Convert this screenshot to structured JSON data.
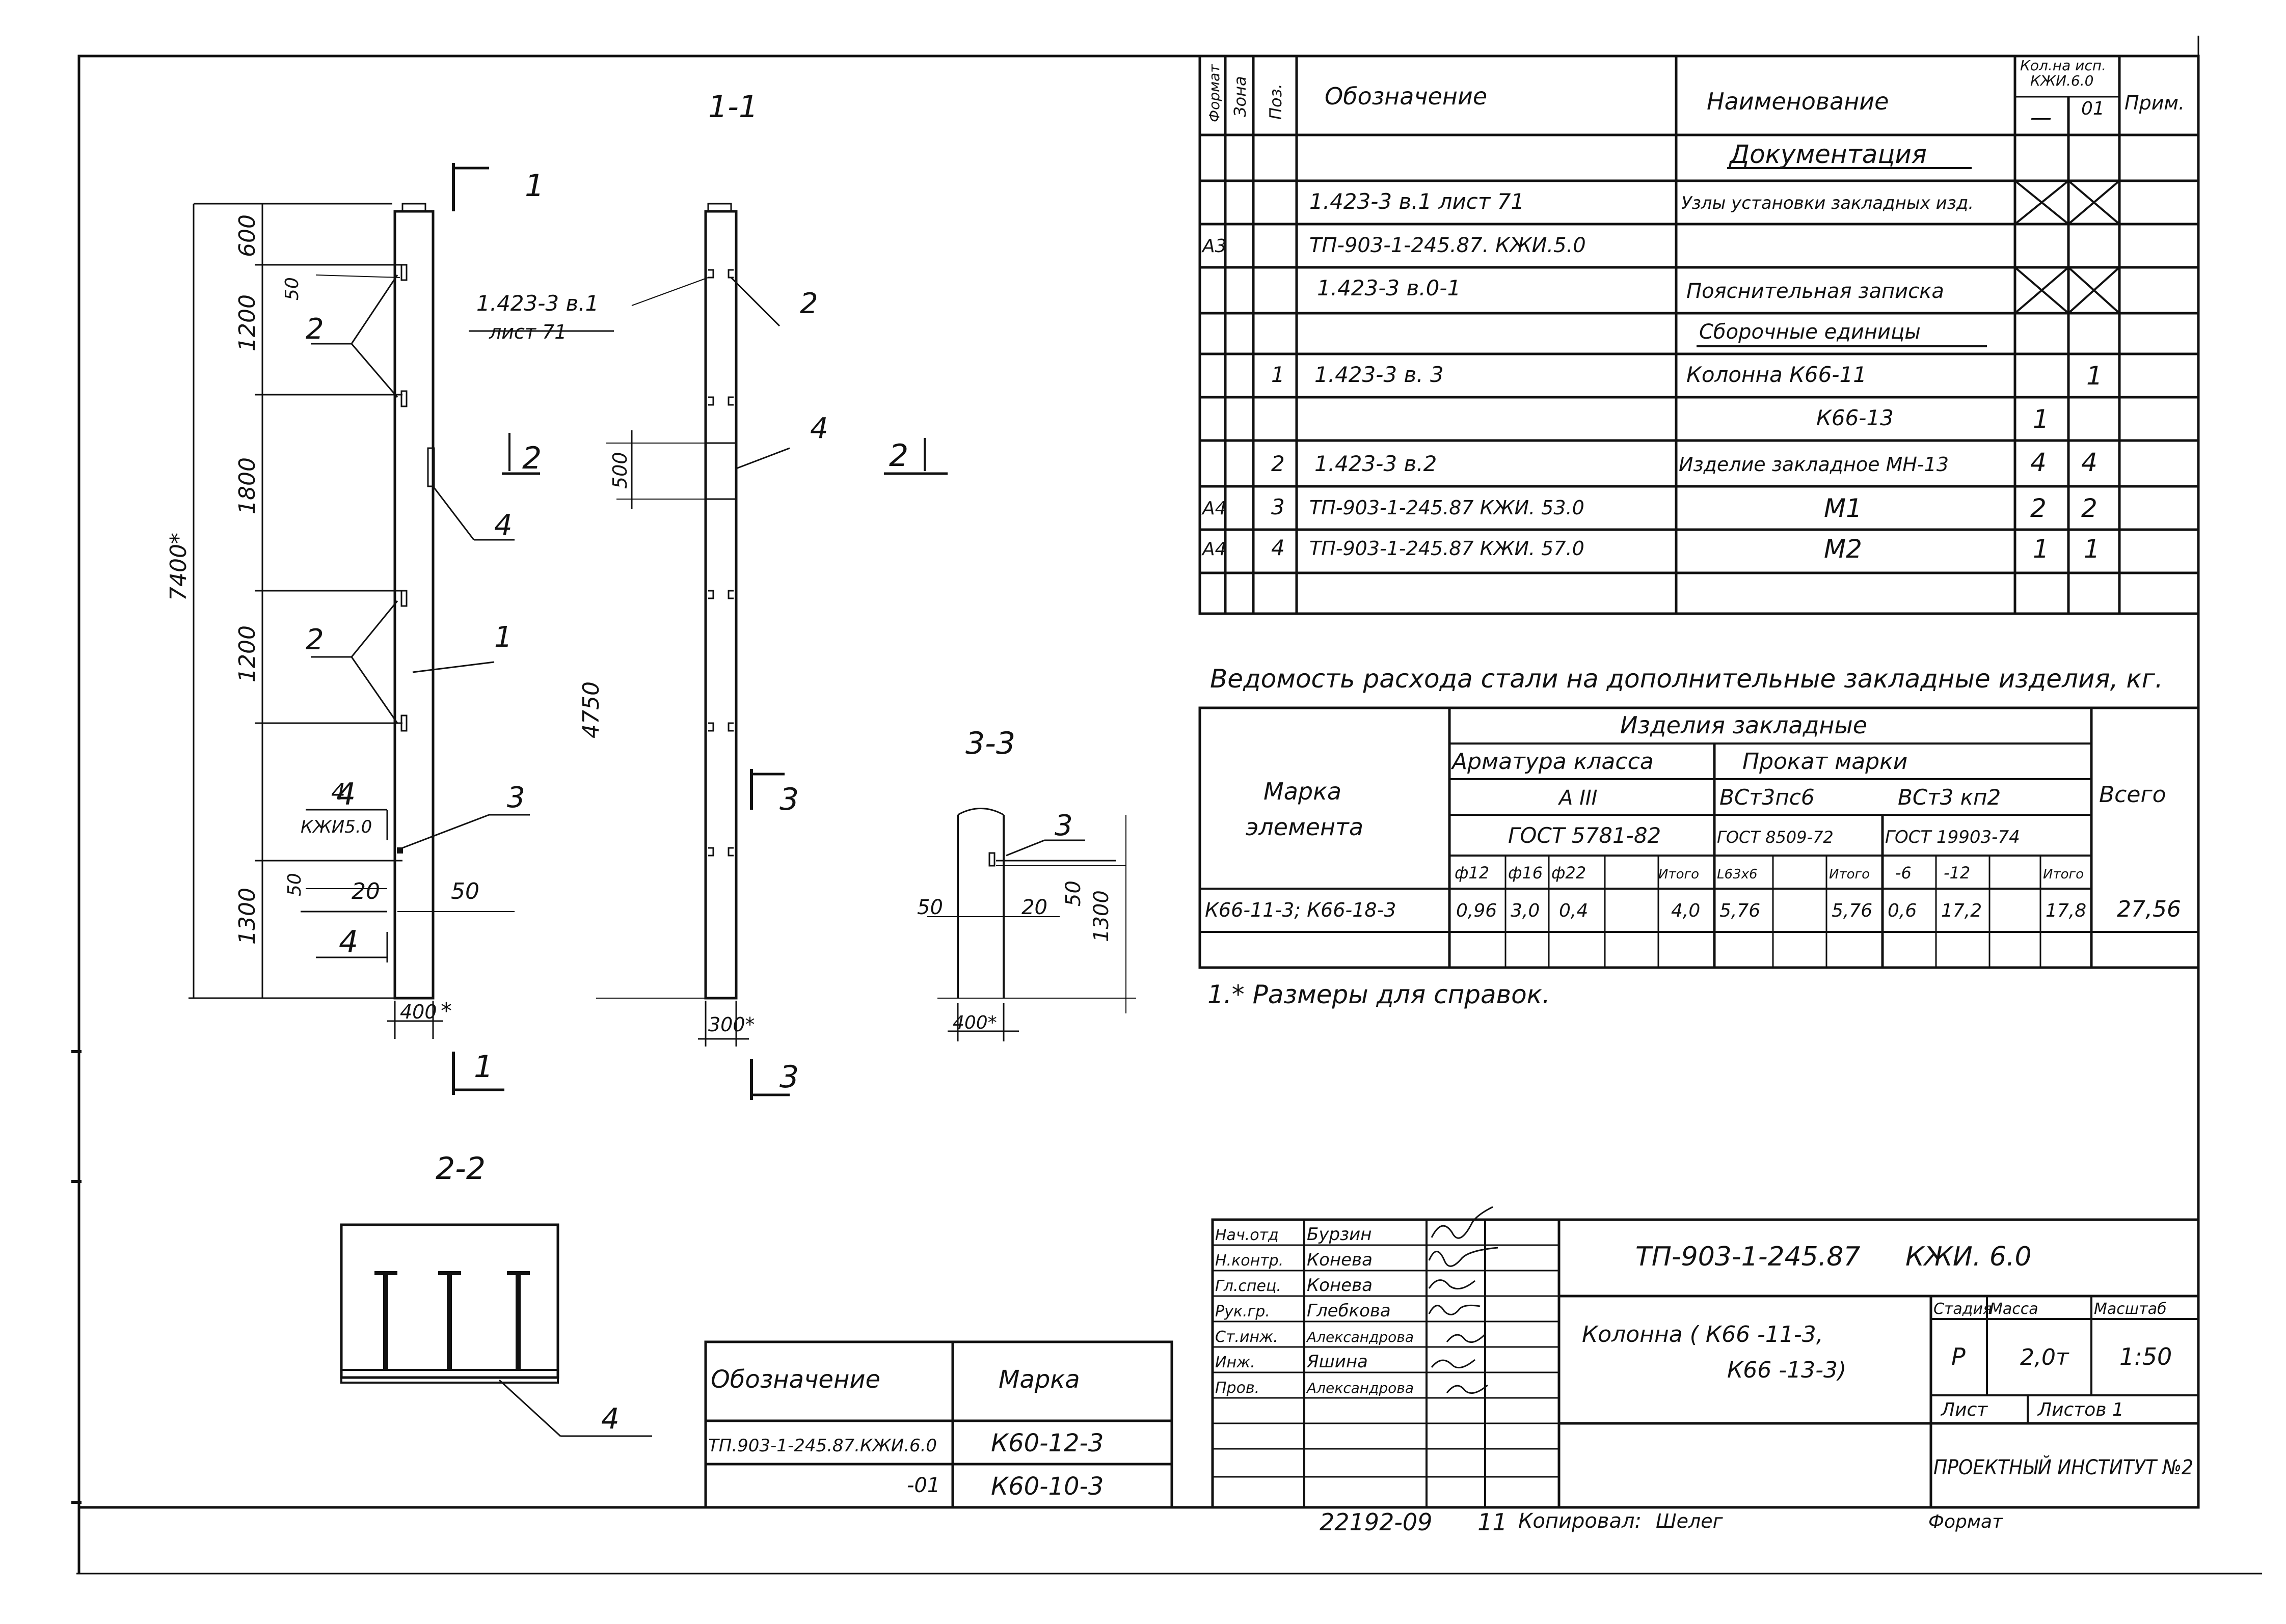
{
  "sections": {
    "s11": "1-1",
    "s22": "2-2",
    "s33": "3-3",
    "cut1": "1",
    "cut2": "2",
    "cut3": "3",
    "cut4": "4"
  },
  "front_view": {
    "total": "7400*",
    "dims": [
      "600",
      "1200",
      "1800",
      "1200",
      "1300"
    ],
    "d50": "50",
    "d20": "20",
    "d50b": "50",
    "width": "400",
    "star": "*",
    "pos": [
      "2",
      "2",
      "1",
      "3",
      "4"
    ],
    "ref4": "4",
    "ref4_doc": "КЖИ5.0"
  },
  "side_view": {
    "ref_doc_1": "1.423-3  в.1",
    "ref_doc_2": "лист 71",
    "d500": "500",
    "d4750": "4750",
    "width": "300*",
    "pos": [
      "2",
      "4"
    ]
  },
  "view33": {
    "d50a": "50",
    "d20": "20",
    "d50b": "50",
    "d1300": "1300",
    "width": "400*",
    "pos": "3"
  },
  "view22": {
    "pos": "4"
  },
  "spec": {
    "h_format": "Формат",
    "h_zone": "Зона",
    "h_pos": "Поз.",
    "h_designation": "Обозначение",
    "h_name": "Наименование",
    "h_qty": "Кол.на исп.",
    "h_qty_doc": "КЖИ.6.0",
    "h_var_a": "—",
    "h_var_b": "01",
    "h_note": "Прим.",
    "rows": [
      {
        "fmt": "",
        "zone": "",
        "pos": "",
        "des": "",
        "name": "Документация",
        "q1": "",
        "q2": "",
        "note": ""
      },
      {
        "fmt": "",
        "zone": "",
        "pos": "",
        "des": "1.423-3  в.1  лист 71",
        "name": "Узлы установки закладных изд.",
        "q1": "",
        "q2": "",
        "note": ""
      },
      {
        "fmt": "А3",
        "zone": "",
        "pos": "",
        "des": "ТП-903-1-245.87. КЖИ.5.0",
        "name": "",
        "q1": "",
        "q2": "",
        "note": ""
      },
      {
        "fmt": "",
        "zone": "",
        "pos": "",
        "des": "1.423-3  в.0-1",
        "name": "Пояснительная записка",
        "q1": "",
        "q2": "",
        "note": ""
      },
      {
        "fmt": "",
        "zone": "",
        "pos": "",
        "des": "",
        "name": "Сборочные единицы",
        "q1": "",
        "q2": "",
        "note": ""
      },
      {
        "fmt": "",
        "zone": "",
        "pos": "1",
        "des": "1.423-3    в. 3",
        "name": "Колонна  К66-11",
        "q1": "",
        "q2": "1",
        "note": ""
      },
      {
        "fmt": "",
        "zone": "",
        "pos": "",
        "des": "",
        "name": "К66-13",
        "q1": "1",
        "q2": "",
        "note": ""
      },
      {
        "fmt": "",
        "zone": "",
        "pos": "2",
        "des": "1.423-3    в.2",
        "name": "Изделие закладное МН-13",
        "q1": "4",
        "q2": "4",
        "note": ""
      },
      {
        "fmt": "А4",
        "zone": "",
        "pos": "3",
        "des": "ТП-903-1-245.87 КЖИ. 53.0",
        "name": "М1",
        "q1": "2",
        "q2": "2",
        "note": ""
      },
      {
        "fmt": "А4",
        "zone": "",
        "pos": "4",
        "des": "ТП-903-1-245.87 КЖИ. 57.0",
        "name": "М2",
        "q1": "1",
        "q2": "1",
        "note": ""
      },
      {
        "fmt": "",
        "zone": "",
        "pos": "",
        "des": "",
        "name": "",
        "q1": "",
        "q2": "",
        "note": ""
      }
    ]
  },
  "steel": {
    "title": "Ведомость расхода стали на дополнительные закладные изделия, кг.",
    "h_mark_1": "Марка",
    "h_mark_2": "элемента",
    "h_items": "Изделия  закладные",
    "h_rebar": "Арматура класса",
    "h_rolled": "Прокат  марки",
    "h_class": "А III",
    "h_vst1": "ВСт3пс6",
    "h_vst2": "ВСт3 кп2",
    "h_gost1": "ГОСТ 5781-82",
    "h_gost2": "ГОСТ 8509-72",
    "h_gost3": "ГОСТ 19903-74",
    "h_total": "Всего",
    "cols": [
      "ф12",
      "ф16",
      "ф22",
      "",
      "Итого",
      "L63х6",
      "",
      "Итого",
      "-6",
      "-12",
      "",
      "Итого"
    ],
    "row_mark": "К66-11-3; К66-18-3",
    "row_vals": [
      "0,96",
      "3,0",
      "0,4",
      "",
      "4,0",
      "5,76",
      "",
      "5,76",
      "0,6",
      "17,2",
      "",
      "17,8"
    ],
    "row_total": "27,56"
  },
  "note": "1.* Размеры для справок.",
  "marks_table": {
    "h_des": "Обозначение",
    "h_mark": "Марка",
    "rows": [
      {
        "des": "ТП.903-1-245.87.КЖИ.6.0",
        "mark": "К60-12-3"
      },
      {
        "des": "-01",
        "mark": "К60-10-3"
      }
    ]
  },
  "title_block": {
    "people": [
      {
        "role": "Нач.отд",
        "name": "Бурзин"
      },
      {
        "role": "Н.контр.",
        "name": "Конева"
      },
      {
        "role": "Гл.спец.",
        "name": "Конева"
      },
      {
        "role": "Рук.гр.",
        "name": "Глебкова"
      },
      {
        "role": "Ст.инж.",
        "name": "Александрова"
      },
      {
        "role": "Инж.",
        "name": "Яшина"
      },
      {
        "role": "Пров.",
        "name": "Александрова"
      }
    ],
    "code": "ТП-903-1-245.87",
    "code_suffix": "КЖИ. 6.0",
    "name_1": "Колонна    ( К66 -11-3,",
    "name_2": "К66  -13-3)",
    "h_stage": "Стадия",
    "h_mass": "Масса",
    "h_scale": "Масштаб",
    "stage": "Р",
    "mass": "2,0т",
    "scale": "1:50",
    "h_sheet": "Лист",
    "h_sheets": "Листов 1",
    "org": "ПРОЕКТНЫЙ ИНСТИТУТ №2"
  },
  "footer": {
    "inv": "22192-09",
    "sheet": "11",
    "copied": "Копировал:",
    "copied_sign": "Шелег",
    "format": "Формат"
  }
}
